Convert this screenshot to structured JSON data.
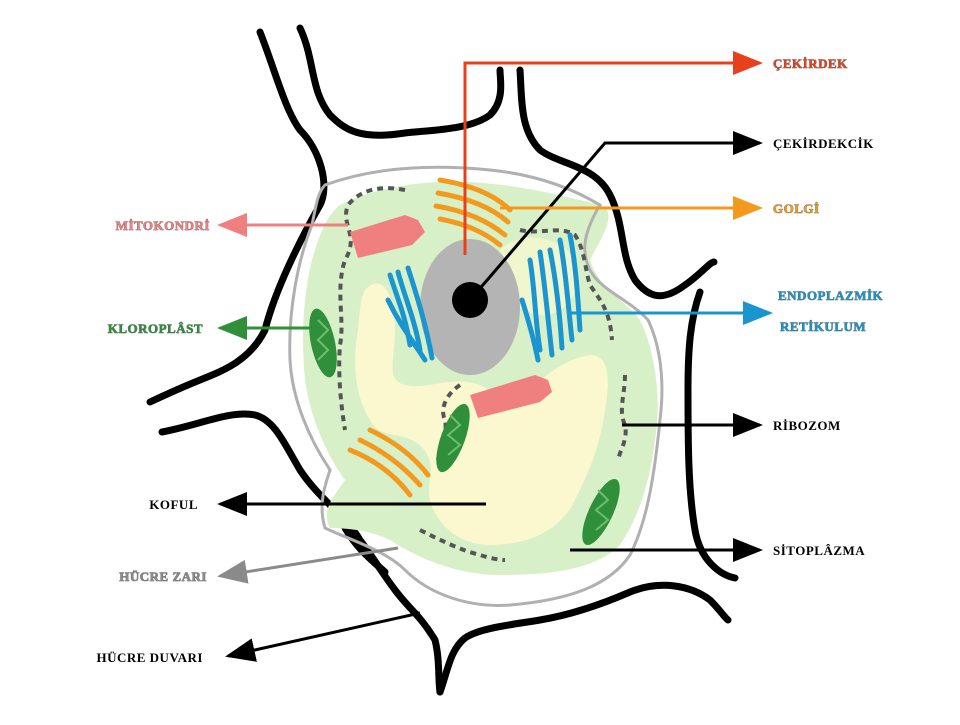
{
  "diagram": {
    "labels": {
      "cekirdek": "ÇEKİRDEK",
      "cekirdekcik": "ÇEKİRDEKCİK",
      "golgi": "GOLGİ",
      "er_line1": "ENDOPLAZMİK",
      "er_line2": "RETİKULUM",
      "ribozom": "RİBOZOM",
      "sitoplazma": "SİTOPLÂZMA",
      "mitokondri": "MİTOKONDRİ",
      "kloroplast": "KLOROPLÂST",
      "koful": "KOFUL",
      "hucre_zari": "HÜCRE ZARI",
      "hucre_duvari": "HÜCRE DUVARI"
    },
    "colors": {
      "cekirdek": "#e8401c",
      "cekirdekcik": "#000000",
      "golgi": "#f39a1e",
      "er": "#1a95cf",
      "ribozom": "#000000",
      "sitoplazma": "#000000",
      "mitokondri": "#f07f80",
      "kloroplast": "#2f8f3a",
      "koful": "#000000",
      "hucre_zari": "#8a8a8a",
      "hucre_duvari": "#000000",
      "cytoplasm_fill": "#d8f0c8",
      "vacuole_fill": "#fbf8cf",
      "nucleus_fill": "#b4b4b4",
      "membrane_stroke": "#b0b0b0"
    }
  }
}
